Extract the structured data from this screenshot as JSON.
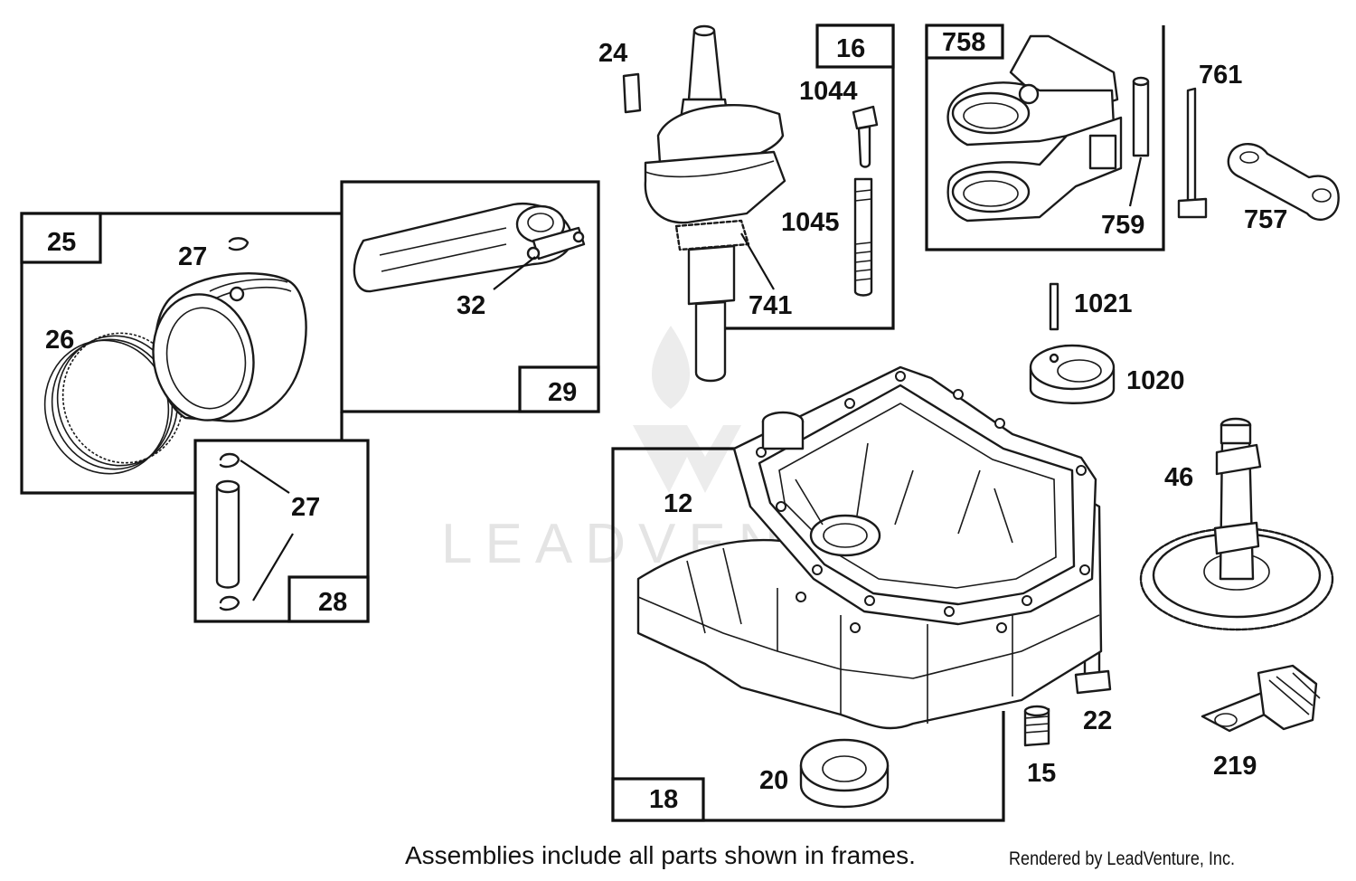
{
  "diagram": {
    "watermark": "LEADVENTURE",
    "frames": {
      "piston": "25",
      "connecting_rod": "29",
      "piston_pin": "28",
      "crankshaft": "16",
      "governor_bracket": "758",
      "sump": "18"
    },
    "callouts": {
      "retainer_top": "27",
      "rings": "26",
      "rod_bolt": "32",
      "pin_retainers": "27",
      "key": "24",
      "screw_1044": "1044",
      "stud_1045": "1045",
      "crank_gear": "741",
      "pin_759": "759",
      "screw_761": "761",
      "link_757": "757",
      "pin_1021": "1021",
      "spacer_1020": "1020",
      "gasket": "12",
      "camshaft": "46",
      "bolt_22": "22",
      "plug_15": "15",
      "seal_20": "20",
      "bracket_219": "219"
    }
  },
  "footer": {
    "note": "Assemblies include all parts shown in frames.",
    "credit": "Rendered by LeadVenture, Inc."
  }
}
